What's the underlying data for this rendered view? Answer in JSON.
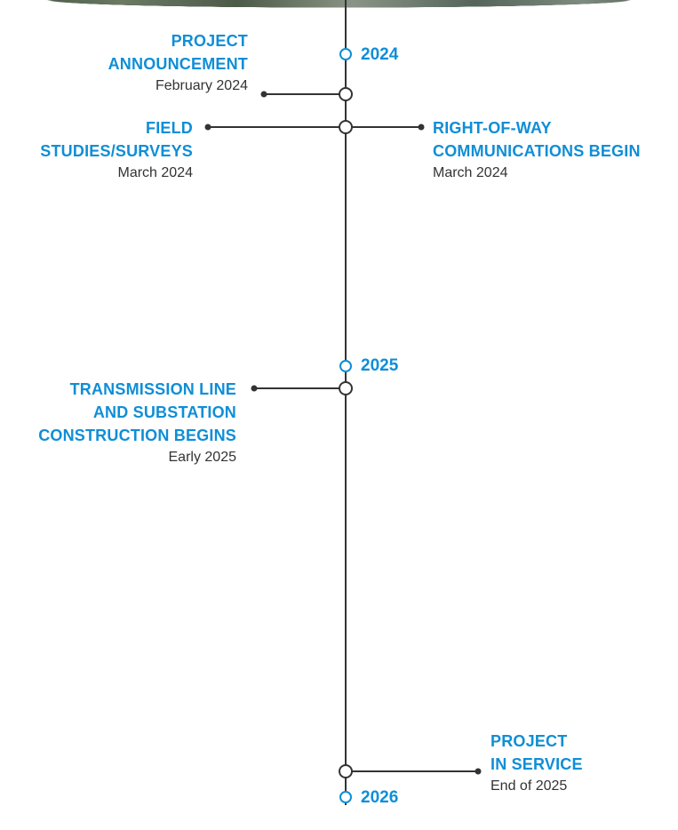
{
  "colors": {
    "accent": "#0f8ed6",
    "line": "#333333",
    "text": "#333333"
  },
  "years": [
    "2024",
    "2025",
    "2026"
  ],
  "milestones": {
    "project_announcement": {
      "title_1": "PROJECT",
      "title_2": "ANNOUNCEMENT",
      "date": "February 2024"
    },
    "field_studies": {
      "title_1": "FIELD",
      "title_2": "STUDIES/SURVEYS",
      "date": "March 2024"
    },
    "right_of_way": {
      "title_1": "RIGHT-OF-WAY",
      "title_2": "COMMUNICATIONS BEGIN",
      "date": "March 2024"
    },
    "construction": {
      "title_1": "TRANSMISSION LINE",
      "title_2": "AND SUBSTATION",
      "title_3": "CONSTRUCTION BEGINS",
      "date": "Early 2025"
    },
    "in_service": {
      "title_1": "PROJECT",
      "title_2": "IN SERVICE",
      "date": "End of 2025"
    }
  }
}
